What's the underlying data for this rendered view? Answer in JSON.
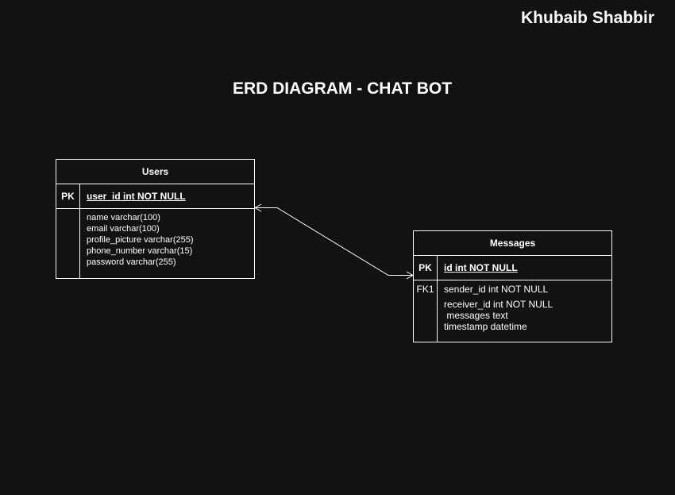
{
  "author": "Khubaib Shabbir",
  "title": "ERD DIAGRAM - CHAT BOT",
  "entities": {
    "users": {
      "name": "Users",
      "pk_label": "PK",
      "pk_field": "user_id int NOT NULL",
      "fields": [
        "name varchar(100)",
        "email varchar(100)",
        "profile_picture varchar(255)",
        "phone_number varchar(15)",
        "password varchar(255)"
      ]
    },
    "messages": {
      "name": "Messages",
      "pk_label": "PK",
      "pk_field": "id int NOT NULL",
      "fk_label": "FK1",
      "fields": [
        "sender_id int NOT NULL",
        "receiver_id int NOT NULL",
        " messages text",
        "timestamp datetime"
      ]
    }
  },
  "relationship": {
    "from": "Users",
    "to": "Messages",
    "from_end": "many",
    "to_end": "many"
  },
  "colors": {
    "background": "#121212",
    "foreground": "#ffffff"
  }
}
